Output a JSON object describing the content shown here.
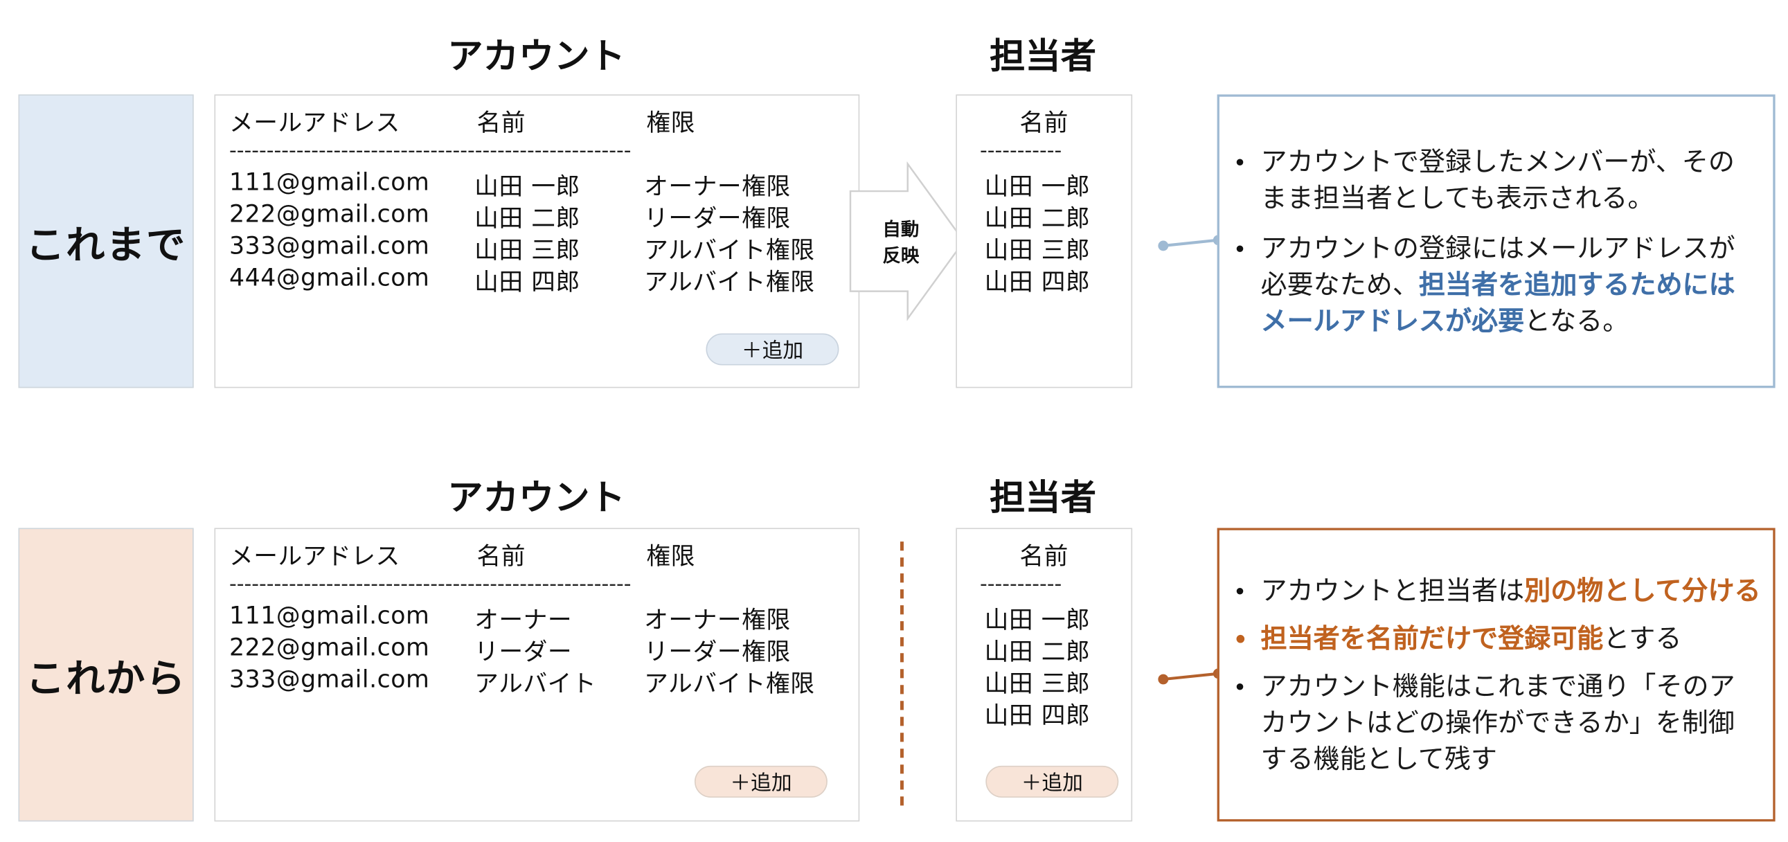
{
  "past": {
    "label": "これまで",
    "account_heading": "アカウント",
    "staff_heading": "担当者",
    "account_table": {
      "headers": [
        "メールアドレス",
        "名前",
        "権限"
      ],
      "divider": "------------------------------------------------------",
      "rows": [
        [
          "111@gmail.com",
          "山田 一郎",
          "オーナー権限"
        ],
        [
          "222@gmail.com",
          "山田 二郎",
          "リーダー権限"
        ],
        [
          "333@gmail.com",
          "山田 三郎",
          "アルバイト権限"
        ],
        [
          "444@gmail.com",
          "山田 四郎",
          "アルバイト権限"
        ]
      ],
      "add_label": "＋追加"
    },
    "arrow_label_line1": "自動",
    "arrow_label_line2": "反映",
    "staff_table": {
      "header": "名前",
      "divider": "-----------",
      "rows": [
        "山田 一郎",
        "山田 二郎",
        "山田 三郎",
        "山田 四郎"
      ]
    },
    "notes": {
      "bullet": "•",
      "item1": "アカウントで登録したメンバーが、そのまま担当者としても表示される。",
      "item2_before": "アカウントの登録にはメールアドレスが必要なため、",
      "item2_highlight": "担当者を追加するためにはメールアドレスが必要",
      "item2_after": "となる。"
    }
  },
  "future": {
    "label": "これから",
    "account_heading": "アカウント",
    "staff_heading": "担当者",
    "account_table": {
      "headers": [
        "メールアドレス",
        "名前",
        "権限"
      ],
      "divider": "------------------------------------------------------",
      "rows": [
        [
          "111@gmail.com",
          "オーナー",
          "オーナー権限"
        ],
        [
          "222@gmail.com",
          "リーダー",
          "リーダー権限"
        ],
        [
          "333@gmail.com",
          "アルバイト",
          "アルバイト権限"
        ]
      ],
      "add_label": "＋追加"
    },
    "staff_table": {
      "header": "名前",
      "divider": "-----------",
      "rows": [
        "山田 一郎",
        "山田 二郎",
        "山田 三郎",
        "山田 四郎"
      ],
      "add_label": "＋追加"
    },
    "notes": {
      "bullet": "•",
      "item1_before": "アカウントと担当者は",
      "item1_highlight": "別の物として分ける",
      "item2_highlight": "担当者を名前だけで登録可能",
      "item2_after": "とする",
      "item3": "アカウント機能はこれまで通り「そのアカウントはどの操作ができるか」を制御する機能として残す"
    }
  },
  "colors": {
    "past_accent": "#9fbad3",
    "past_highlight": "#3f6fa8",
    "future_accent": "#b4612c",
    "future_highlight": "#c0621f"
  }
}
